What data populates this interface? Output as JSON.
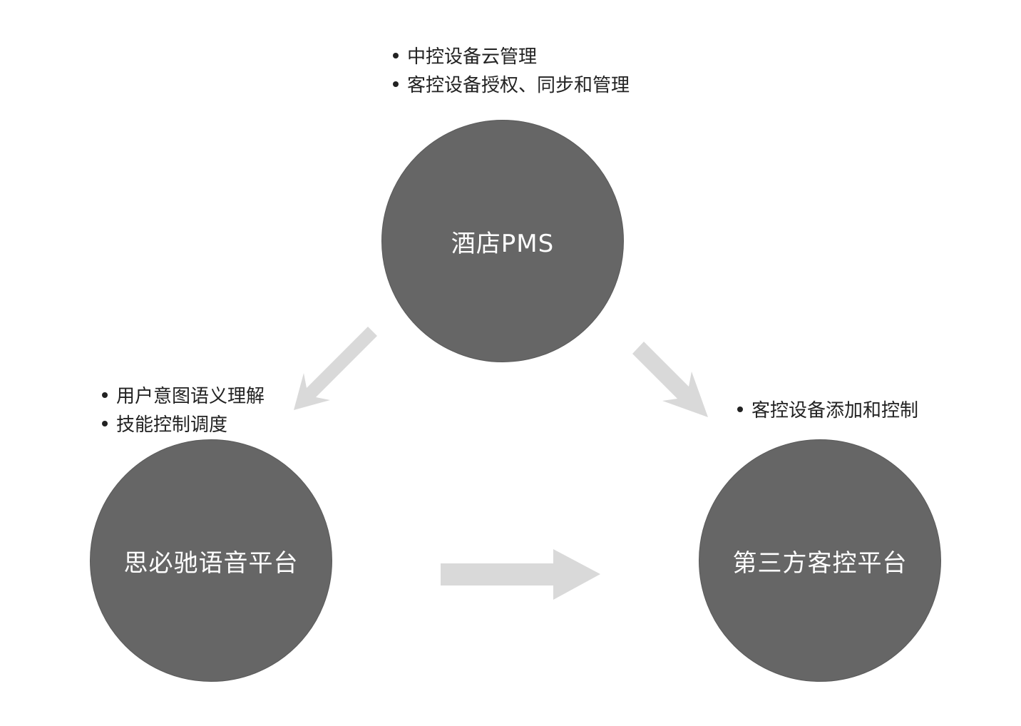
{
  "colors": {
    "node_fill": "#666666",
    "node_text": "#ffffff",
    "arrow_fill": "#d9d9d9",
    "bullet_text": "#222222"
  },
  "nodes": {
    "pms": {
      "label": "酒店PMS",
      "bullets": [
        "中控设备云管理",
        "客控设备授权、同步和管理"
      ]
    },
    "voice": {
      "label": "思必驰语音平台",
      "bullets": [
        "用户意图语义理解",
        "技能控制调度"
      ]
    },
    "thirdparty": {
      "label": "第三方客控平台",
      "bullets": [
        "客控设备添加和控制"
      ]
    }
  }
}
